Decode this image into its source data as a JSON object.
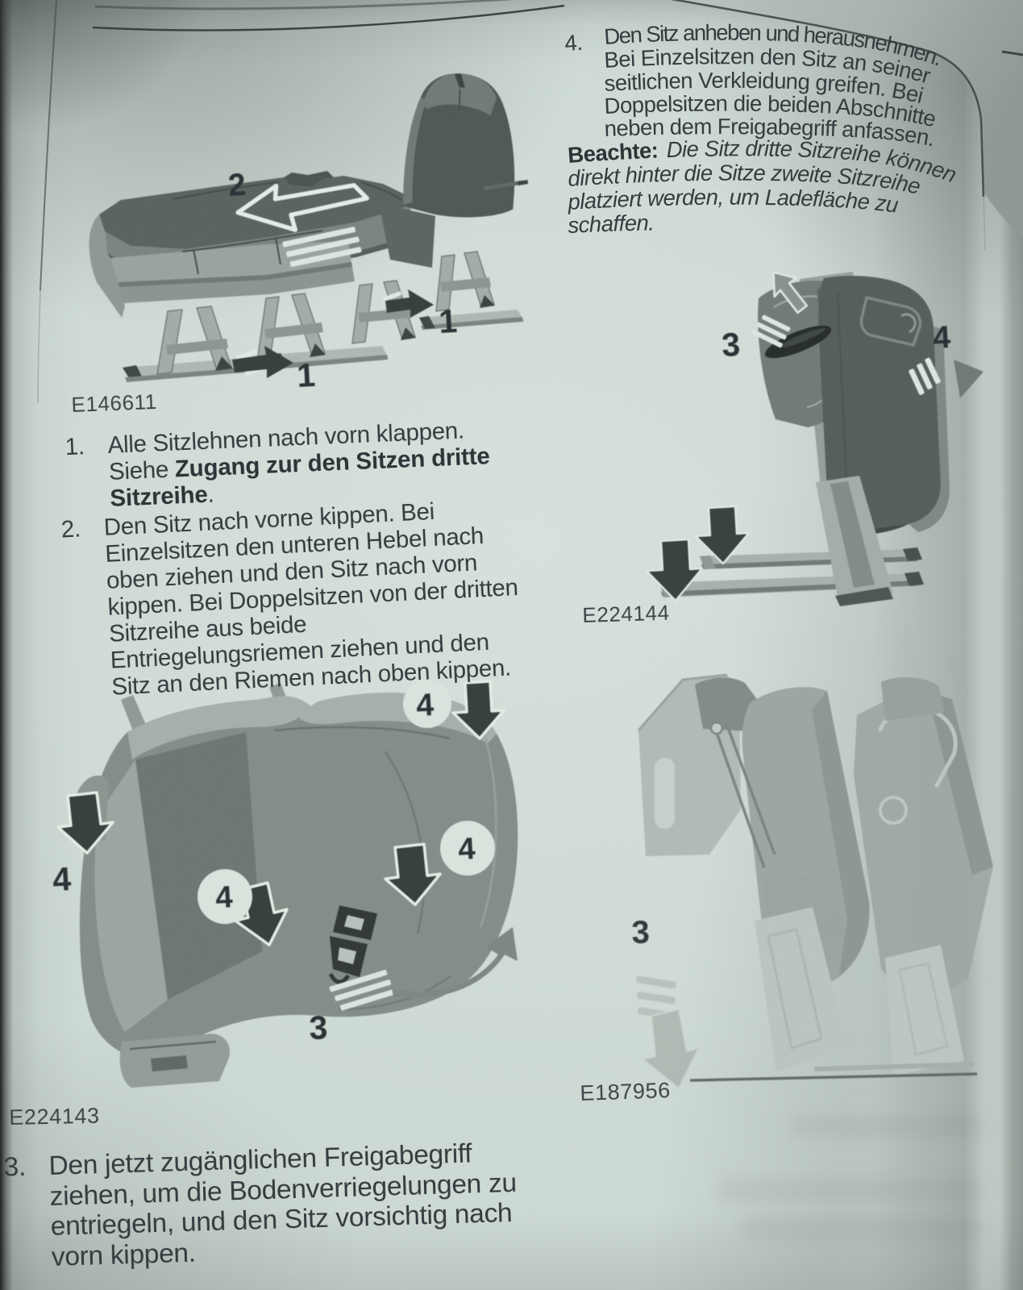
{
  "page": {
    "right_column": {
      "item4": {
        "number": "4.",
        "lines": [
          "Den Sitz anheben und herausnehmen.",
          "Bei Einzelsitzen den Sitz an seiner",
          "seitlichen Verkleidung greifen. Bei",
          "Doppelsitzen die beiden Abschnitte",
          "neben dem Freigabegriff anfassen."
        ]
      },
      "note": {
        "label": "Beachte:",
        "line1_rest": "Die Sitz dritte Sitzreihe können",
        "lines": [
          "direkt hinter die Sitze zweite Sitzreihe",
          "platziert werden, um Ladefläche zu",
          "schaffen."
        ]
      }
    },
    "left_column": {
      "item1": {
        "number": "1.",
        "line1": "Alle Sitzlehnen nach vorn klappen.",
        "line2_prefix": "Siehe ",
        "line2_bold": "Zugang zur den Sitzen dritte",
        "line3_bold": "Sitzreihe",
        "line3_suffix": "."
      },
      "item2": {
        "number": "2.",
        "lines": [
          "Den Sitz nach vorne kippen. Bei",
          "Einzelsitzen den unteren Hebel nach",
          "oben ziehen und den Sitz nach vorn",
          "kippen. Bei Doppelsitzen von der dritten",
          "Sitzreihe aus beide",
          "Entriegelungsriemen ziehen und den",
          "Sitz an den Riemen nach oben kippen."
        ]
      },
      "item3": {
        "number": "3.",
        "lines": [
          "Den jetzt zugänglichen Freigabegriff",
          "ziehen, um die Bodenverriegelungen zu",
          "entriegeln, und den Sitz vorsichtig nach",
          "vorn kippen."
        ]
      }
    },
    "figures": {
      "e146611": {
        "label": "E146611",
        "callout_1": "1",
        "callout_2": "2"
      },
      "e224144": {
        "label": "E224144",
        "callout_3": "3",
        "callout_4": "4"
      },
      "e224143": {
        "label": "E224143",
        "callout_3": "3",
        "callout_4": "4"
      },
      "e187956": {
        "label": "E187956",
        "callout_3": "3"
      }
    }
  }
}
